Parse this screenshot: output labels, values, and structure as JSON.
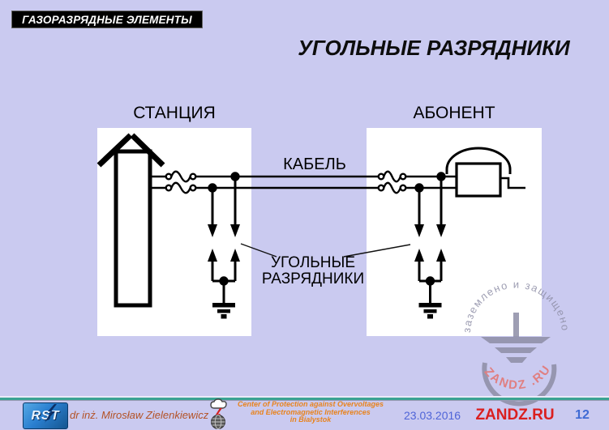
{
  "banner": {
    "text": "ГАЗОРАЗРЯДНЫЕ ЭЛЕМЕНТЫ"
  },
  "title": "УГОЛЬНЫЕ РАЗРЯДНИКИ",
  "diagram": {
    "station_label": "СТАНЦИЯ",
    "subscriber_label": "АБОНЕНТ",
    "cable_label": "КАБЕЛЬ",
    "arresters_line1": "УГОЛЬНЫЕ",
    "arresters_line2": "РАЗРЯДНИКИ"
  },
  "watermark": {
    "arc_text": "заземлено  и  защищено",
    "brand_text": "ZANDZ .RU"
  },
  "footer": {
    "logo_text": "RST",
    "author": "dr inż. Mirosław Zielenkiewicz",
    "org_line1": "Center of Protection against Overvoltages",
    "org_line2": "and Electromagnetic Interferences",
    "org_line3": "in Bialystok",
    "date": "23.03.2016",
    "site": "ZANDZ.RU",
    "page_number": "12"
  },
  "colors": {
    "background": "#cacaf0",
    "separator_teal": "#3aa393",
    "org_orange": "#e8831d",
    "author_brown": "#b35226",
    "date_blue": "#4f64d8",
    "site_red": "#da1f1f",
    "page_blue": "#3f6ad4",
    "watermark_gray": "#8e8ea6",
    "watermark_red": "#e4736e",
    "logo_blue": "#2a7fd0",
    "diagram_ink": "#000000"
  }
}
